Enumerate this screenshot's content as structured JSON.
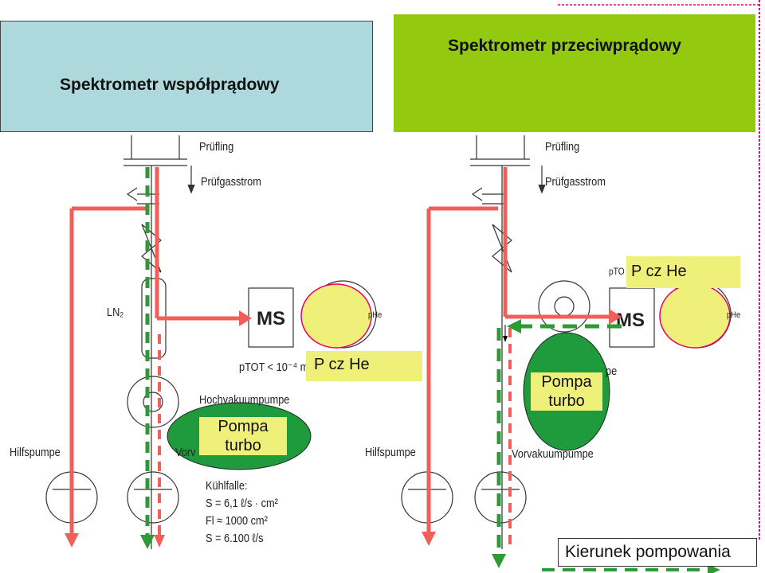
{
  "titles": {
    "left": "Spektrometr   współprądowy",
    "right": "Spektrometr  przeciwprądowy"
  },
  "labels_left": {
    "pruefling": "Prüfling",
    "pruefgasstrom": "Prüfgasstrom",
    "ln2": "LN₂",
    "ms": "MS",
    "phe": "pHe",
    "ptot": "pTOT < 10⁻⁴ m",
    "hochvakuumpumpe": "Hochvakuumpumpe",
    "vorvakuumpumpe": "Vorv",
    "hilfspumpe": "Hilfspumpe",
    "kuehlfalle": "Kühlfalle:",
    "k1": "S = 6,1 ℓ/s · cm²",
    "k2": "Fl ≈ 1000 cm²",
    "k3": "S = 6.100 ℓ/s"
  },
  "labels_right": {
    "pruefling": "Prüfling",
    "pruefgasstrom": "Prüfgasstrom",
    "ptot": "pTO",
    "ms": "MS",
    "phe": "pHe",
    "hochvakuumpumpe": "pe",
    "vorvakuumpumpe": "Vorvakuumpumpe",
    "hilfspumpe": "Hilfspumpe"
  },
  "overlays": {
    "pcz_he_left": "P cz He",
    "pcz_he_right": "P cz He",
    "pompa_left_1": "Pompa",
    "pompa_left_2": "turbo",
    "pompa_right_1": "Pompa",
    "pompa_right_2": "turbo",
    "legend": "Kierunek pompowania"
  },
  "colors": {
    "red_flow": "#f0605a",
    "green_flow": "#2e9a35",
    "oval_green": "#1f9a3c",
    "oval_yellow": "#eef07a",
    "title_left_bg": "#add8dc",
    "title_right_bg": "#93c90e",
    "border_right": "#e8006a"
  }
}
